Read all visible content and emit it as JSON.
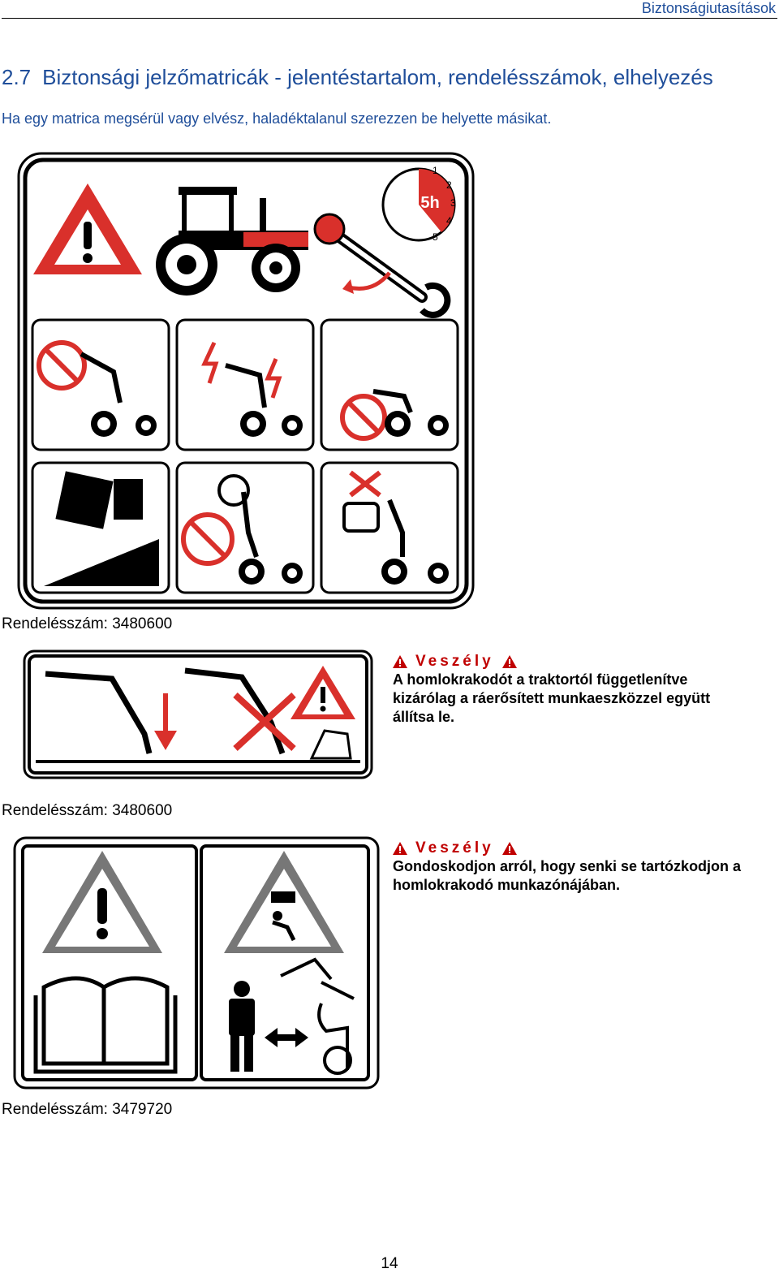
{
  "header": {
    "title": "Biztonságiutasítások"
  },
  "section": {
    "number": "2.7",
    "title": "Biztonsági jelzőmatricák - jelentéstartalom, rendelésszámok, elhelyezés",
    "intro": "Ha egy matrica megsérül vagy elvész, haladéktalanul szerezzen be helyette másikat."
  },
  "stickers": [
    {
      "order_label": "Rendelésszám: 3480600"
    },
    {
      "order_label": "Rendelésszám: 3480600",
      "warning_title": "Veszély",
      "warning_lines": [
        "A homlokrakodót a traktortól függetlenítve",
        "kizárólag a ráerősített munkaeszközzel együtt",
        "állítsa le."
      ]
    },
    {
      "order_label": "Rendelésszám: 3479720",
      "warning_title": "Veszély",
      "warning_lines": [
        "Gondoskodjon arról, hogy senki se tartózkodjon a",
        "homlokrakodó munkazónájában."
      ]
    }
  ],
  "sticker1_labels": {
    "clock": "5h",
    "ticks": [
      "1",
      "2",
      "3",
      "4",
      "5"
    ]
  },
  "page_number": "14",
  "colors": {
    "heading": "#1f4e9a",
    "danger": "#c00000",
    "sticker_red": "#d9302b"
  }
}
